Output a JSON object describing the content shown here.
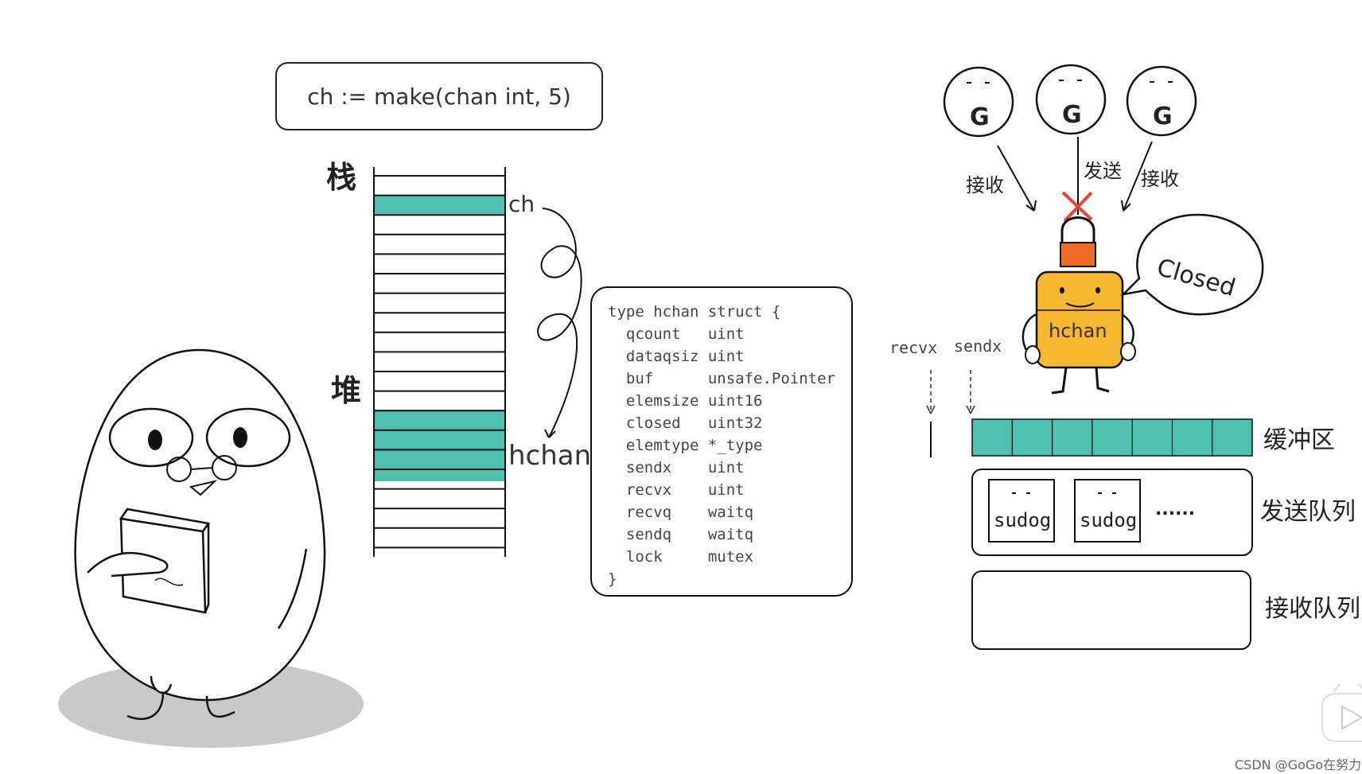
{
  "code_box": "ch := make(chan int, 5)",
  "memory": {
    "stack_label": "栈",
    "heap_label": "堆",
    "ch_label": "ch",
    "hchan_label": "hchan"
  },
  "struct": {
    "lines": [
      "type hchan struct {",
      "  qcount   uint",
      "  dataqsiz uint",
      "  buf      unsafe.Pointer",
      "  elemsize uint16",
      "  closed   uint32",
      "  elemtype *_type",
      "  sendx    uint",
      "  recvx    uint",
      "  recvq    waitq",
      "  sendq    waitq",
      "  lock     mutex",
      "}"
    ]
  },
  "channel": {
    "goroutines": [
      "G",
      "G",
      "G"
    ],
    "arrow_labels": {
      "left": "接收",
      "middle": "发送",
      "right": "接收"
    },
    "character_label": "hchan",
    "speech": "Closed",
    "recvx_label": "recvx",
    "sendx_label": "sendx",
    "buffer_label": "缓冲区",
    "send_queue_label": "发送队列",
    "recv_queue_label": "接收队列",
    "sudogs": [
      "sudog",
      "sudog"
    ],
    "ellipsis": "......"
  },
  "watermark": "CSDN @GoGo在努力",
  "colors": {
    "teal": "#4FC0B0",
    "lock_orange": "#F26B24",
    "hchan_yellow": "#F7B731",
    "red_x": "#E8443A",
    "shadow_gray": "#C9C9C9"
  }
}
